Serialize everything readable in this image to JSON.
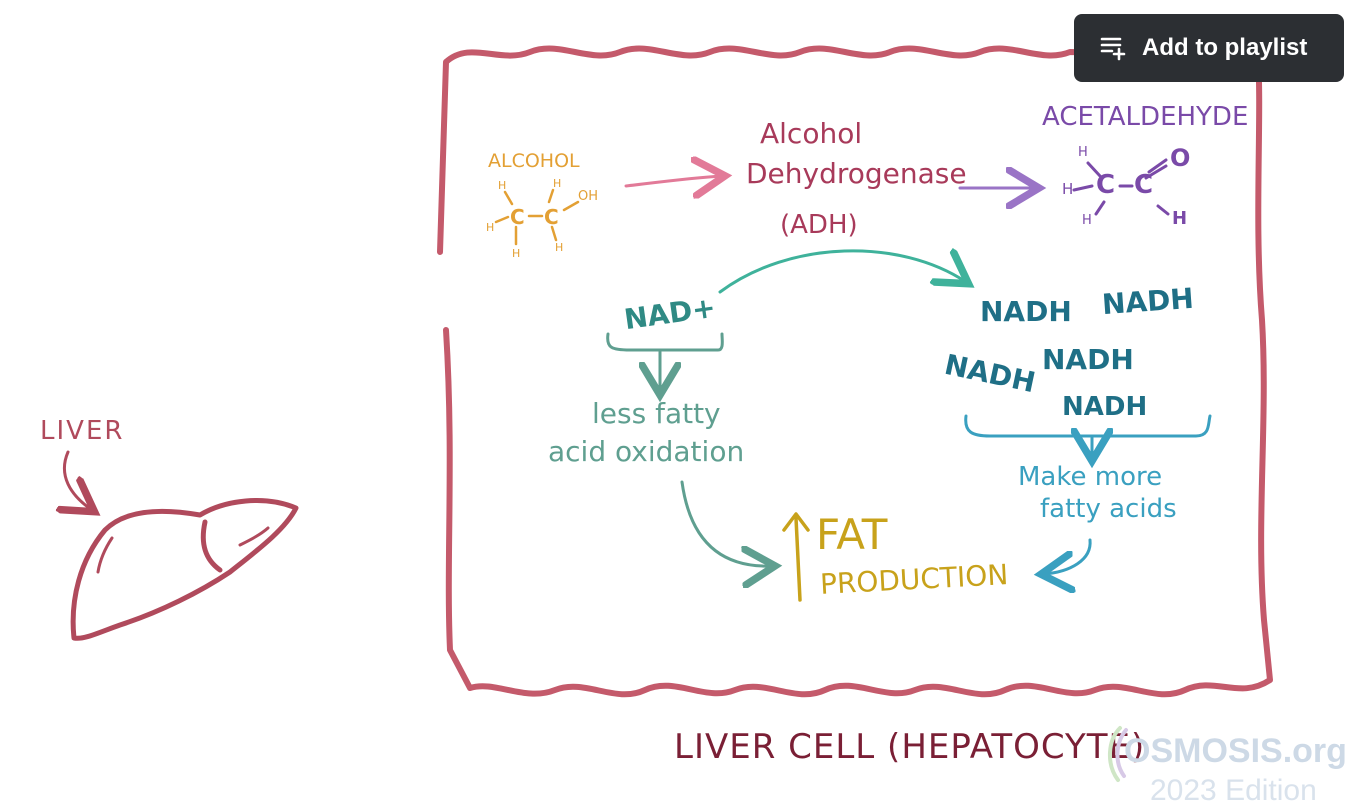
{
  "button": {
    "label": "Add to playlist",
    "icon": "playlist-add-icon"
  },
  "diagram": {
    "liver_label": "LIVER",
    "cell_caption": "LIVER CELL (HEPATOCYTE)",
    "alcohol": {
      "name": "ALCOHOL",
      "h": "H",
      "c": "C",
      "oh": "OH"
    },
    "enzyme": {
      "line1": "Alcohol",
      "line2": "Dehydrogenase",
      "line3": "(ADH)"
    },
    "acetaldehyde": {
      "name": "ACETALDEHYDE",
      "h": "H",
      "c": "C",
      "o": "O"
    },
    "nad_plus": "NAD+",
    "nadh": "NADH",
    "less_fatty": {
      "line1": "less fatty",
      "line2": "acid oxidation"
    },
    "make_more": {
      "line1": "Make more",
      "line2": "fatty acids"
    },
    "fat": {
      "line1": "FAT",
      "line2": "PRODUCTION",
      "arrow": "↑"
    }
  },
  "watermark": {
    "brand": "OSMOSIS.org",
    "edition": "2023 Edition"
  },
  "colors": {
    "membrane": "#c45a6b",
    "liver": "#b04a5c",
    "alcohol": "#e3a034",
    "enzyme": "#a83a5a",
    "acetaldehyde": "#7a4aa8",
    "arrow_pink": "#e27a98",
    "arrow_purple": "#9a74c6",
    "nad": "#2f8a84",
    "nadh": "#1f6f86",
    "fat": "#c8a21b",
    "more": "#3aa0c0",
    "caption": "#7a1f35"
  }
}
